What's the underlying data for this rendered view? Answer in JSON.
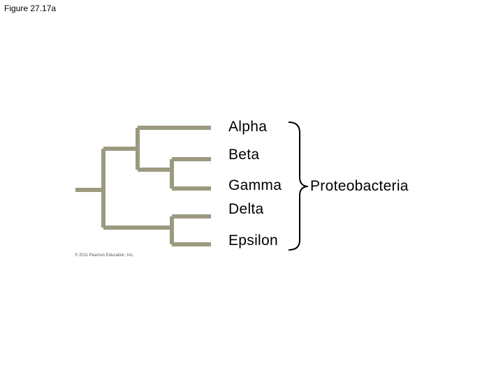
{
  "figure": {
    "caption": "Figure 27.17a",
    "copyright": "© 2011 Pearson Education, Inc."
  },
  "tree": {
    "branch_color": "#9b9a80",
    "bracket_color": "#000000",
    "taxa": [
      {
        "label": "Alpha"
      },
      {
        "label": "Beta"
      },
      {
        "label": "Gamma"
      },
      {
        "label": "Delta"
      },
      {
        "label": "Epsilon"
      }
    ],
    "group": {
      "label": "Proteobacteria"
    }
  }
}
